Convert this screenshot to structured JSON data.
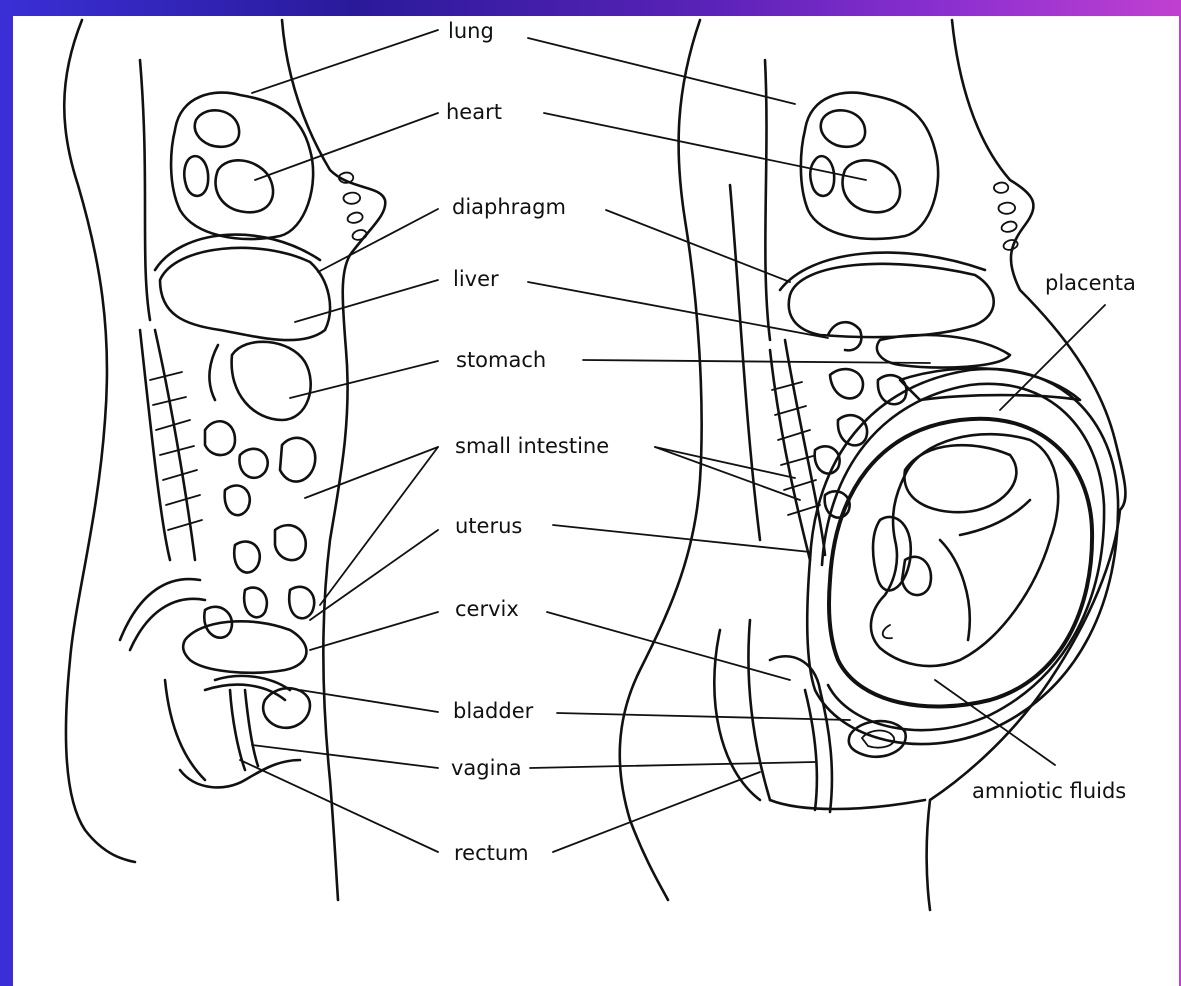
{
  "diagram": {
    "labels": {
      "lung": "lung",
      "heart": "heart",
      "diaphragm": "diaphragm",
      "liver": "liver",
      "stomach": "stomach",
      "small_intestine": "small intestine",
      "uterus": "uterus",
      "cervix": "cervix",
      "bladder": "bladder",
      "vagina": "vagina",
      "rectum": "rectum",
      "placenta": "placenta",
      "amniotic_fluids": "amniotic fluids"
    },
    "colors": {
      "ink": "#111111",
      "paper": "#ffffff",
      "border_left": "#3a2fd6",
      "border_right": "#c040d0"
    }
  }
}
